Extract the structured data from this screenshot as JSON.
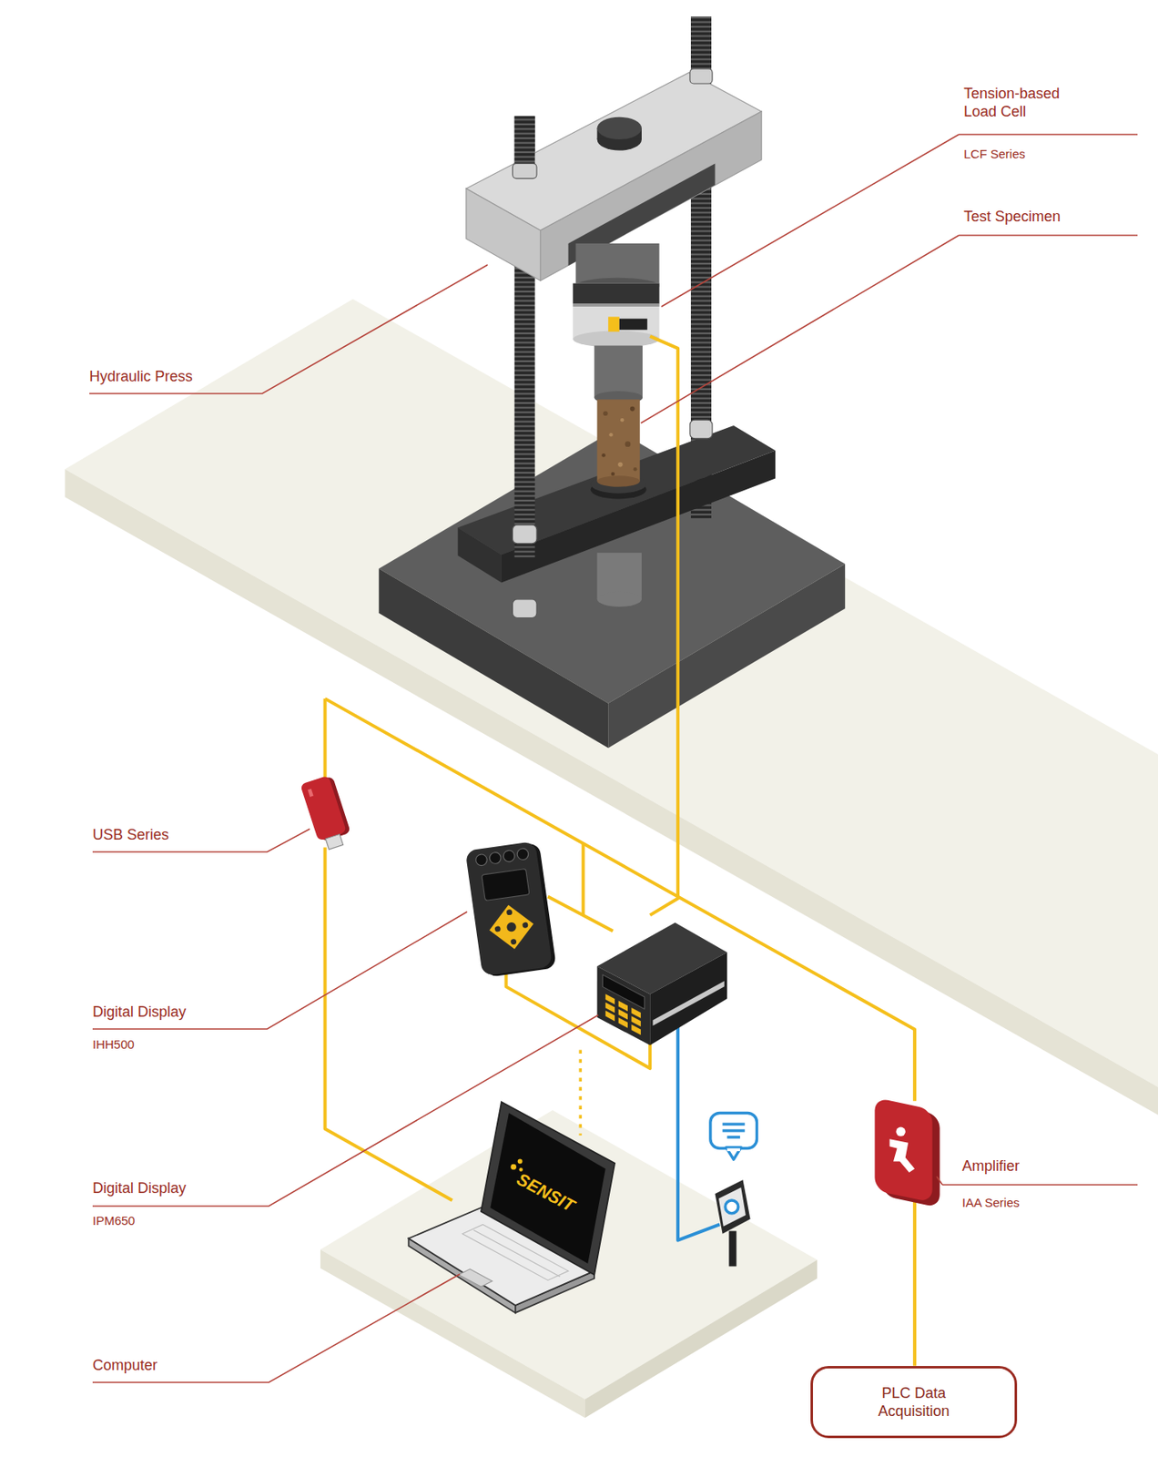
{
  "diagram": {
    "nodes": [
      {
        "text": [
          "PLC Data Acquisition"
        ]
      }
    ],
    "labels": [
      "Tension-based Load Cell",
      "LCF Series",
      "Test Specimen",
      "Hydraulic Press",
      "USB Series",
      "Digital Display",
      "IHH500",
      "Amplifier",
      "IAA Series",
      "Digital Display",
      "IPM650",
      "SENSIT",
      "Computer"
    ]
  }
}
